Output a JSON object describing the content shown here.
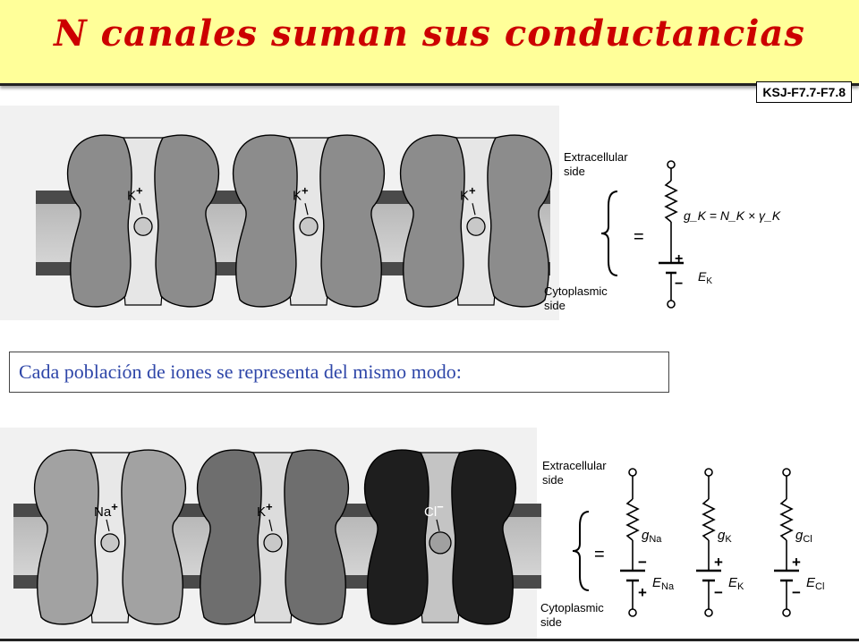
{
  "title": "N canales suman sus conductancias",
  "reference": "KSJ-F7.7-F7.8",
  "caption": "Cada población de iones se representa del mismo modo:",
  "top_figure": {
    "channels": [
      {
        "ion": "K",
        "charge": "+"
      },
      {
        "ion": "K",
        "charge": "+"
      },
      {
        "ion": "K",
        "charge": "+"
      }
    ],
    "extracellular_label": [
      "Extracellular",
      "side"
    ],
    "cytoplasmic_label": [
      "Cytoplasmic",
      "side"
    ],
    "equals": "=",
    "conductance_equation": "g_K = N_K × γ_K",
    "battery": {
      "name": "E",
      "sub": "K",
      "top_sign": "+",
      "bottom_sign": "−"
    }
  },
  "bottom_figure": {
    "channels": [
      {
        "ion": "Na",
        "charge": "+",
        "shade": "light"
      },
      {
        "ion": "K",
        "charge": "+",
        "shade": "medium"
      },
      {
        "ion": "Cl",
        "charge": "−",
        "shade": "dark"
      }
    ],
    "extracellular_label": [
      "Extracellular",
      "side"
    ],
    "cytoplasmic_label": [
      "Cytoplasmic",
      "side"
    ],
    "equals": "=",
    "branches": [
      {
        "g": "g",
        "g_sub": "Na",
        "e": "E",
        "e_sub": "Na",
        "top_sign": "−",
        "bottom_sign": "+"
      },
      {
        "g": "g",
        "g_sub": "K",
        "e": "E",
        "e_sub": "K",
        "top_sign": "+",
        "bottom_sign": "−"
      },
      {
        "g": "g",
        "g_sub": "Cl",
        "e": "E",
        "e_sub": "Cl",
        "top_sign": "+",
        "bottom_sign": "−"
      }
    ]
  }
}
